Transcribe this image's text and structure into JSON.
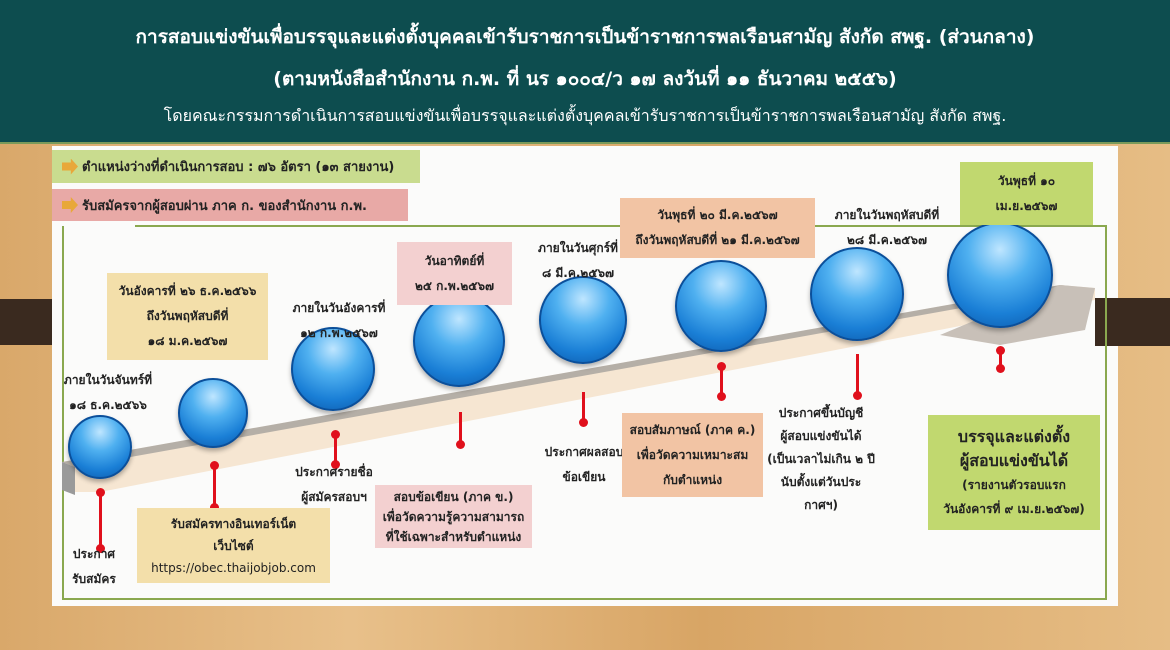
{
  "header": {
    "line1": "การสอบแข่งขันเพื่อบรรจุและแต่งตั้งบุคคลเข้ารับราชการเป็นข้าราชการพลเรือนสามัญ สังกัด สพฐ. (ส่วนกลาง)",
    "line2": "(ตามหนังสือสำนักงาน ก.พ. ที่ นร ๑๐๐๔/ว ๑๗ ลงวันที่ ๑๑ ธันวาคม ๒๕๕๖)",
    "line3": "โดยคณะกรรมการดำเนินการสอบแข่งขันเพื่อบรรจุและแต่งตั้งบุคคลเข้ารับราชการเป็นข้าราชการพลเรือนสามัญ สังกัด สพฐ."
  },
  "info": {
    "positions": "ตำแหน่งว่างที่ดำเนินการสอบ : ๗๖ อัตรา (๑๓ สายงาน)",
    "eligibility": "รับสมัครจากผู้สอบผ่าน ภาค ก. ของสำนักงาน ก.พ."
  },
  "colors": {
    "header": "#0d4d4f",
    "green": "#c1d86f",
    "pink": "#f3d0d0",
    "yellow": "#f3dfaa",
    "orange": "#f2c4a4",
    "stem": "#e0101c"
  },
  "steps": [
    {
      "date": [
        "ภายในวันจันทร์ที่",
        "๑๘ ธ.ค.๒๕๖๖"
      ],
      "event": [
        "ประกาศ",
        "รับสมัคร"
      ]
    },
    {
      "date": [
        "วันอังคารที่ ๒๖ ธ.ค.๒๕๖๖",
        "ถึงวันพฤหัสบดีที่",
        "๑๘ ม.ค.๒๕๖๗"
      ],
      "event": [
        "รับสมัครทางอินเทอร์เน็ต",
        "เว็บไซต์",
        "https://obec.thaijobjob.com"
      ]
    },
    {
      "date": [
        "ภายในวันอังคารที่",
        "๑๒ ก.พ.๒๕๖๗"
      ],
      "event": [
        "ประกาศรายชื่อ",
        "ผู้สมัครสอบฯ"
      ]
    },
    {
      "date": [
        "วันอาทิตย์ที่",
        "๒๕ ก.พ.๒๕๖๗"
      ],
      "event": [
        "สอบข้อเขียน (ภาค ข.)",
        "เพื่อวัดความรู้ความสามารถ",
        "ที่ใช้เฉพาะสำหรับตำแหน่ง"
      ]
    },
    {
      "date": [
        "ภายในวันศุกร์ที่",
        "๘ มี.ค.๒๕๖๗"
      ],
      "event": [
        "ประกาศผลสอบ",
        "ข้อเขียน"
      ]
    },
    {
      "date": [
        "วันพุธที่ ๒๐ มี.ค.๒๕๖๗",
        "ถึงวันพฤหัสบดีที่ ๒๑ มี.ค.๒๕๖๗"
      ],
      "event": [
        "สอบสัมภาษณ์ (ภาค ค.)",
        "เพื่อวัดความเหมาะสม",
        "กับตำแหน่ง"
      ]
    },
    {
      "date": [
        "ภายในวันพฤหัสบดีที่",
        "๒๘ มี.ค.๒๕๖๗"
      ],
      "event": [
        "ประกาศขึ้นบัญชี",
        "ผู้สอบแข่งขันได้",
        "(เป็นเวลาไม่เกิน ๒ ปี",
        "นับตั้งแต่วันประกาศฯ)"
      ]
    },
    {
      "date": [
        "วันพุธที่ ๑๐",
        "เม.ย.๒๕๖๗"
      ],
      "event": [
        "บรรจุและแต่งตั้ง",
        "ผู้สอบแข่งขันได้",
        "(รายงานตัวรอบแรก",
        "วันอังคารที่ ๙ เม.ย.๒๕๖๗)"
      ]
    }
  ]
}
